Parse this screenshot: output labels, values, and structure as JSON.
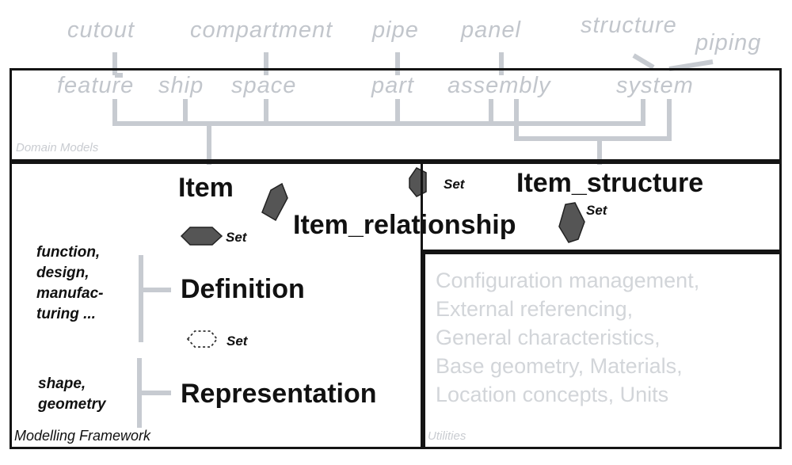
{
  "domain_models": {
    "top_terms": [
      "cutout",
      "compartment",
      "pipe",
      "panel",
      "structure",
      "piping"
    ],
    "inner_terms": [
      "feature",
      "ship",
      "space",
      "part",
      "assembly",
      "system"
    ],
    "caption": "Domain Models"
  },
  "framework": {
    "item": "Item",
    "item_structure": "Item_structure",
    "item_relationship": "Item_relationship",
    "definition": "Definition",
    "representation": "Representation",
    "set_label": "Set",
    "definition_aspects": "function,\ndesign,\nmanufac-\nturing ...",
    "representation_aspects": "shape,\ngeometry",
    "caption": "Modelling Framework"
  },
  "utilities": {
    "lines": "Configuration management,\nExternal referencing,\nGeneral characteristics,\nBase geometry, Materials,\nLocation concepts, Units",
    "caption": "Utilities"
  },
  "colors": {
    "connector": "#c7cbd1",
    "box_border": "#141414",
    "grey_text": "#c2c6cc",
    "set_symbol": "#555555"
  }
}
